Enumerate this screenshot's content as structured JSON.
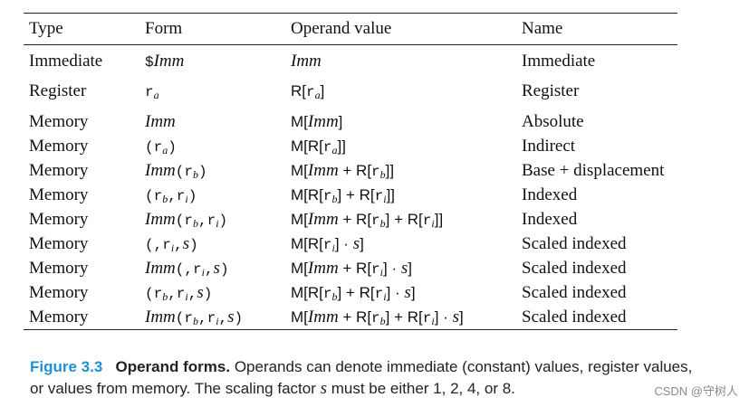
{
  "table": {
    "headers": [
      "Type",
      "Form",
      "Operand value",
      "Name"
    ],
    "rows": [
      {
        "type": "Immediate",
        "form": [
          [
            "$",
            "mono"
          ],
          [
            "Imm",
            "it"
          ]
        ],
        "value": [
          [
            "Imm",
            "it"
          ]
        ],
        "name": "Immediate"
      },
      {
        "type": "Register",
        "form": [
          [
            "r",
            "mono"
          ],
          [
            "a",
            "sub"
          ]
        ],
        "value": [
          [
            "R[",
            "sans"
          ],
          [
            "r",
            "mono"
          ],
          [
            "a",
            "sub"
          ],
          [
            "]",
            "sans"
          ]
        ],
        "name": "Register"
      },
      {
        "type": "Memory",
        "form": [
          [
            "Imm",
            "it"
          ]
        ],
        "value": [
          [
            "M[",
            "sans"
          ],
          [
            "Imm",
            "it"
          ],
          [
            "]",
            "sans"
          ]
        ],
        "name": "Absolute"
      },
      {
        "type": "Memory",
        "form": [
          [
            "(r",
            "mono"
          ],
          [
            "a",
            "sub"
          ],
          [
            ")",
            "mono"
          ]
        ],
        "value": [
          [
            "M[R[",
            "sans"
          ],
          [
            "r",
            "mono"
          ],
          [
            "a",
            "sub"
          ],
          [
            "]]",
            "sans"
          ]
        ],
        "name": "Indirect"
      },
      {
        "type": "Memory",
        "form": [
          [
            "Imm",
            "it"
          ],
          [
            "(r",
            "mono"
          ],
          [
            "b",
            "sub"
          ],
          [
            ")",
            "mono"
          ]
        ],
        "value": [
          [
            "M[",
            "sans"
          ],
          [
            "Imm",
            "it"
          ],
          [
            " + R[",
            "sans"
          ],
          [
            "r",
            "mono"
          ],
          [
            "b",
            "sub"
          ],
          [
            "]]",
            "sans"
          ]
        ],
        "name": "Base + displacement"
      },
      {
        "type": "Memory",
        "form": [
          [
            "(r",
            "mono"
          ],
          [
            "b",
            "sub"
          ],
          [
            ",r",
            "mono"
          ],
          [
            "i",
            "sub"
          ],
          [
            ")",
            "mono"
          ]
        ],
        "value": [
          [
            "M[R[",
            "sans"
          ],
          [
            "r",
            "mono"
          ],
          [
            "b",
            "sub"
          ],
          [
            "] + R[",
            "sans"
          ],
          [
            "r",
            "mono"
          ],
          [
            "i",
            "sub"
          ],
          [
            "]]",
            "sans"
          ]
        ],
        "name": "Indexed"
      },
      {
        "type": "Memory",
        "form": [
          [
            "Imm",
            "it"
          ],
          [
            "(r",
            "mono"
          ],
          [
            "b",
            "sub"
          ],
          [
            ",r",
            "mono"
          ],
          [
            "i",
            "sub"
          ],
          [
            ")",
            "mono"
          ]
        ],
        "value": [
          [
            "M[",
            "sans"
          ],
          [
            "Imm",
            "it"
          ],
          [
            " + R[",
            "sans"
          ],
          [
            "r",
            "mono"
          ],
          [
            "b",
            "sub"
          ],
          [
            "] + R[",
            "sans"
          ],
          [
            "r",
            "mono"
          ],
          [
            "i",
            "sub"
          ],
          [
            "]]",
            "sans"
          ]
        ],
        "name": "Indexed"
      },
      {
        "type": "Memory",
        "form": [
          [
            "(,r",
            "mono"
          ],
          [
            "i",
            "sub"
          ],
          [
            ",",
            "mono"
          ],
          [
            "s",
            "it"
          ],
          [
            ")",
            "mono"
          ]
        ],
        "value": [
          [
            "M[R[",
            "sans"
          ],
          [
            "r",
            "mono"
          ],
          [
            "i",
            "sub"
          ],
          [
            "] · ",
            "sans"
          ],
          [
            "s",
            "it"
          ],
          [
            "]",
            "sans"
          ]
        ],
        "name": "Scaled indexed"
      },
      {
        "type": "Memory",
        "form": [
          [
            "Imm",
            "it"
          ],
          [
            "(,r",
            "mono"
          ],
          [
            "i",
            "sub"
          ],
          [
            ",",
            "mono"
          ],
          [
            "s",
            "it"
          ],
          [
            ")",
            "mono"
          ]
        ],
        "value": [
          [
            "M[",
            "sans"
          ],
          [
            "Imm",
            "it"
          ],
          [
            " + R[",
            "sans"
          ],
          [
            "r",
            "mono"
          ],
          [
            "i",
            "sub"
          ],
          [
            "] · ",
            "sans"
          ],
          [
            "s",
            "it"
          ],
          [
            "]",
            "sans"
          ]
        ],
        "name": "Scaled indexed"
      },
      {
        "type": "Memory",
        "form": [
          [
            "(r",
            "mono"
          ],
          [
            "b",
            "sub"
          ],
          [
            ",r",
            "mono"
          ],
          [
            "i",
            "sub"
          ],
          [
            ",",
            "mono"
          ],
          [
            "s",
            "it"
          ],
          [
            ")",
            "mono"
          ]
        ],
        "value": [
          [
            "M[R[",
            "sans"
          ],
          [
            "r",
            "mono"
          ],
          [
            "b",
            "sub"
          ],
          [
            "] + R[",
            "sans"
          ],
          [
            "r",
            "mono"
          ],
          [
            "i",
            "sub"
          ],
          [
            "] · ",
            "sans"
          ],
          [
            "s",
            "it"
          ],
          [
            "]",
            "sans"
          ]
        ],
        "name": "Scaled indexed"
      },
      {
        "type": "Memory",
        "form": [
          [
            "Imm",
            "it"
          ],
          [
            "(r",
            "mono"
          ],
          [
            "b",
            "sub"
          ],
          [
            ",r",
            "mono"
          ],
          [
            "i",
            "sub"
          ],
          [
            ",",
            "mono"
          ],
          [
            "s",
            "it"
          ],
          [
            ")",
            "mono"
          ]
        ],
        "value": [
          [
            "M[",
            "sans"
          ],
          [
            "Imm",
            "it"
          ],
          [
            " + R[",
            "sans"
          ],
          [
            "r",
            "mono"
          ],
          [
            "b",
            "sub"
          ],
          [
            "] + R[",
            "sans"
          ],
          [
            "r",
            "mono"
          ],
          [
            "i",
            "sub"
          ],
          [
            "] · ",
            "sans"
          ],
          [
            "s",
            "it"
          ],
          [
            "]",
            "sans"
          ]
        ],
        "name": "Scaled indexed"
      }
    ]
  },
  "caption": {
    "figure_number": "Figure 3.3",
    "title": "Operand forms.",
    "text_before": "Operands can denote immediate (constant) values, register values, or values from memory. The scaling factor ",
    "variable": "s",
    "text_after": " must be either 1, 2, 4, or 8."
  },
  "watermark": "CSDN @守树人",
  "colors": {
    "caption_accent": "#1f8fd6",
    "watermark": "#8a8a8a"
  }
}
